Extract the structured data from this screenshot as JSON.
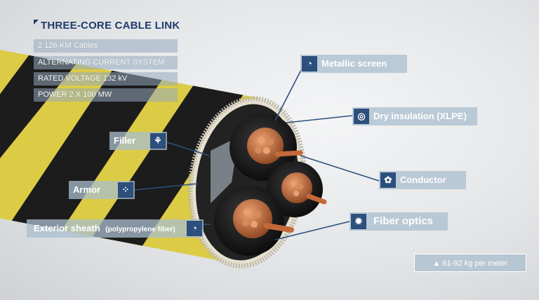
{
  "title": "THREE-CORE CABLE LINK",
  "specs": [
    "2 126-KM Cables",
    "ALTERNATING CURRENT SYSTEM",
    "RATED VOLTAGE 132 kV",
    "POWER 2 X 100 MW"
  ],
  "labels": {
    "metallic_screen": "Metallic screen",
    "dry_insulation": "Dry insulation (XLPE)",
    "conductor": "Conductor",
    "fiber_optics": "Fiber optics",
    "filler": "Filler",
    "armor": "Armor",
    "exterior_sheath": "Exterior sheath",
    "exterior_sheath_note": "(polypropylene fiber)"
  },
  "weight": "61-92 kg per meter",
  "colors": {
    "accent": "#2c4f7c",
    "stripe_yellow": "#e2d24a",
    "copper": "#c46a3a"
  }
}
